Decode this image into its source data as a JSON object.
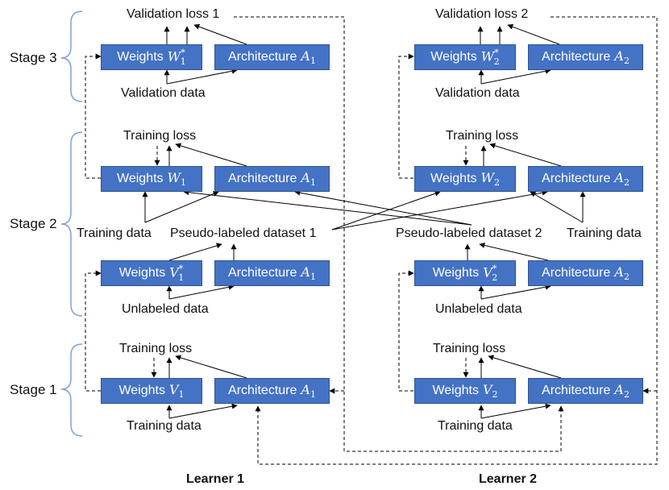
{
  "stages": [
    "Stage 3",
    "Stage 2",
    "Stage 1"
  ],
  "learners": [
    "Learner 1",
    "Learner 2"
  ],
  "loss_labels": {
    "val1": "Validation loss 1",
    "val2": "Validation loss 2",
    "train": "Training loss"
  },
  "data_labels": {
    "validation": "Validation data",
    "training": "Training data",
    "unlabeled": "Unlabeled data",
    "pseudo1": "Pseudo-labeled dataset 1",
    "pseudo2": "Pseudo-labeled dataset 2"
  },
  "box_text": {
    "weights": "Weights",
    "architecture": "Architecture"
  },
  "symbols": {
    "W": "W",
    "V": "V",
    "A": "A",
    "sub1": "1",
    "sub2": "2",
    "star": "*"
  },
  "colors": {
    "box_fill": "#4472C4",
    "box_border": "#2F528F",
    "brace": "#7FA2D8"
  }
}
